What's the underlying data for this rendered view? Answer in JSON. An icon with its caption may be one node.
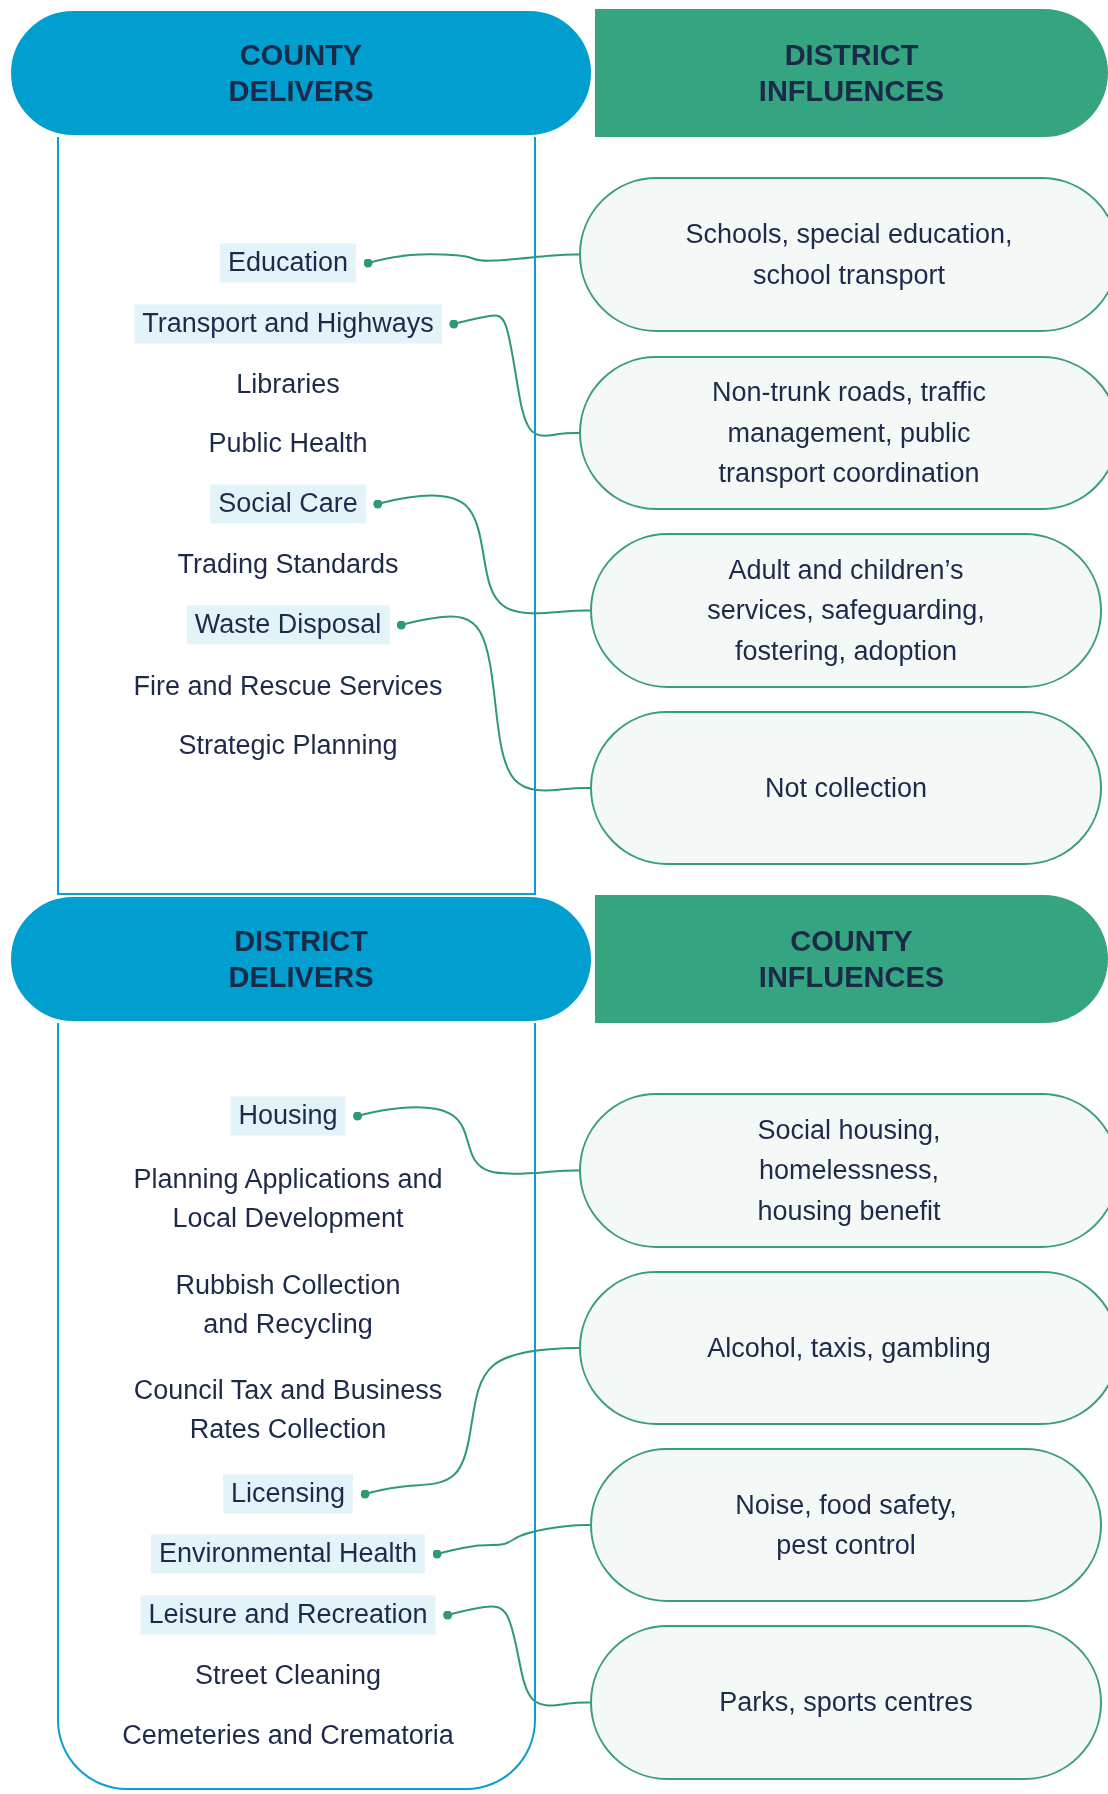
{
  "diagram": {
    "nodes": [
      {
        "text": [
          "COUNTY DELIVERS"
        ]
      },
      {
        "text": [
          "DISTRICT INFLUENCES"
        ]
      },
      {
        "text": [],
        "shape": "box"
      },
      {
        "text": [
          "Education"
        ],
        "in": 2
      },
      {
        "text": [
          "Transport and Highways"
        ],
        "in": 2
      },
      {
        "text": [
          "Libraries"
        ],
        "in": 2
      },
      {
        "text": [
          "Public Health"
        ],
        "in": 2
      },
      {
        "text": [
          "Social Care"
        ],
        "in": 2
      },
      {
        "text": [
          "Trading Standards"
        ],
        "in": 2
      },
      {
        "text": [
          "Waste Disposal"
        ],
        "in": 2
      },
      {
        "text": [
          "Fire and Rescue Services"
        ],
        "in": 2
      },
      {
        "text": [
          "Strategic Planning"
        ],
        "in": 2
      },
      {
        "text": [
          "Schools, special education, school transport"
        ]
      },
      {
        "text": [
          "Non-trunk roads, traffic management, public transport coordination"
        ]
      },
      {
        "text": [
          "Adult and children’s services, safeguarding, fostering, adoption"
        ]
      },
      {
        "text": [
          "Not collection"
        ]
      },
      {
        "text": [
          "DISTRICT DELIVERS"
        ]
      },
      {
        "text": [
          "COUNTY INFLUENCES"
        ]
      },
      {
        "text": [],
        "shape": "box"
      },
      {
        "text": [
          "Housing"
        ],
        "in": 18
      },
      {
        "text": [
          "Planning Applications and Local Development"
        ],
        "in": 18
      },
      {
        "text": [
          "Rubbish Collection and Recycling"
        ],
        "in": 18
      },
      {
        "text": [
          "Council Tax and Business Rates Collection"
        ],
        "in": 18
      },
      {
        "text": [
          "Licensing"
        ],
        "in": 18
      },
      {
        "text": [
          "Environmental Health"
        ],
        "in": 18
      },
      {
        "text": [
          "Leisure and Recreation"
        ],
        "in": 18
      },
      {
        "text": [
          "Street Cleaning"
        ],
        "in": 18
      },
      {
        "text": [
          "Cemeteries and Crematoria"
        ],
        "in": 18
      },
      {
        "text": [
          "Social housing, homelessness, housing benefit"
        ]
      },
      {
        "text": [
          "Alcohol, taxis, gambling"
        ]
      },
      {
        "text": [
          "Noise, food safety, pest control"
        ]
      },
      {
        "text": [
          "Parks, sports centres"
        ]
      }
    ],
    "edges": [
      {
        "from": 3,
        "to": 12,
        "arrow": "other"
      },
      {
        "from": 4,
        "to": 13,
        "arrow": "other"
      },
      {
        "from": 7,
        "to": 14,
        "arrow": "other"
      },
      {
        "from": 9,
        "to": 15,
        "arrow": "other"
      },
      {
        "from": 19,
        "to": 28,
        "arrow": "other"
      },
      {
        "from": 23,
        "to": 29,
        "arrow": "other"
      },
      {
        "from": 24,
        "to": 30,
        "arrow": "other"
      },
      {
        "from": 25,
        "to": 31,
        "arrow": "other"
      }
    ]
  }
}
